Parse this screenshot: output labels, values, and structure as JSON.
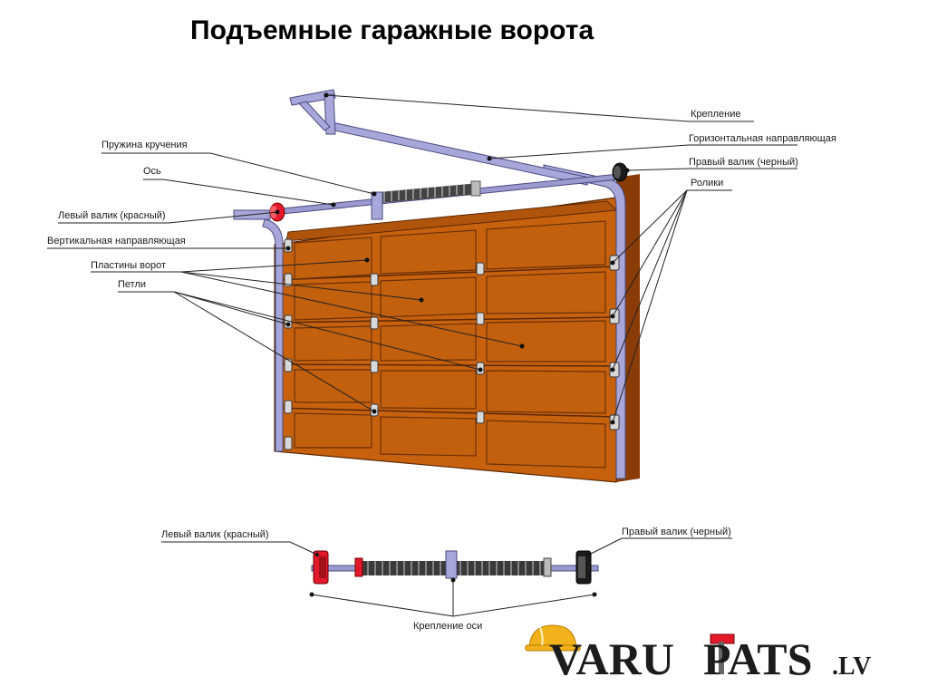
{
  "title": "Подъемные гаражные ворота",
  "labels": {
    "mount": "Крепление",
    "horizontal_rail": "Горизонтальная направляющая",
    "right_drum_top": "Правый валик (черный)",
    "rollers": "Ролики",
    "torsion_spring": "Пружина кручения",
    "axis": "Ось",
    "left_drum_top": "Левый валик (красный)",
    "vertical_rail": "Вертикальная направляющая",
    "door_panels": "Пластины ворот",
    "hinges": "Петли",
    "left_drum_bottom": "Левый валик (красный)",
    "right_drum_bottom": "Правый валик (черный)",
    "axis_mount": "Крепление оси"
  },
  "logo": {
    "text_main": "VARU",
    "text_mid": "PATS",
    "text_tld": ".LV"
  },
  "colors": {
    "door": "#c8610e",
    "door_dark": "#8a3c06",
    "rail": "#a7a7d9",
    "rail_dark": "#6f6fa8",
    "left_drum": "#e3182a",
    "right_drum": "#1b1b1b",
    "logo_gold": "#f2b21c"
  }
}
